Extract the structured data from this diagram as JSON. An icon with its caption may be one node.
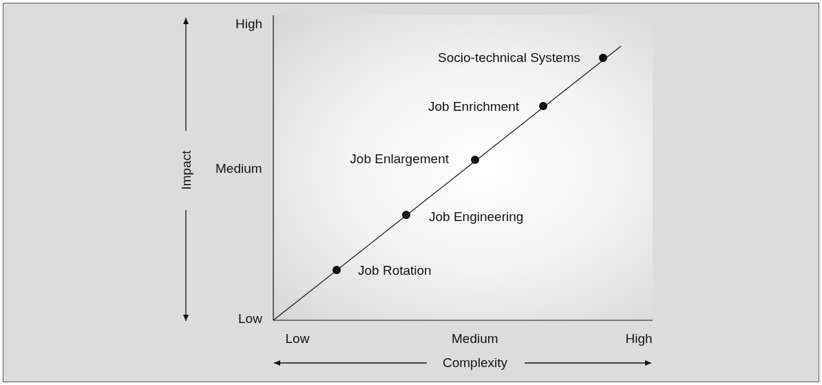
{
  "diagram": {
    "nodes": [
      {
        "text": [
          "Job Rotation"
        ]
      },
      {
        "text": [
          "Job Engineering"
        ]
      },
      {
        "text": [
          "Job Enlargement"
        ]
      },
      {
        "text": [
          "Job Enrichment"
        ]
      },
      {
        "text": [
          "Socio-technical Systems"
        ]
      }
    ],
    "labels": [
      "High",
      "Medium",
      "Impact",
      "Low",
      "Low",
      "Medium",
      "High",
      "Complexity"
    ]
  }
}
